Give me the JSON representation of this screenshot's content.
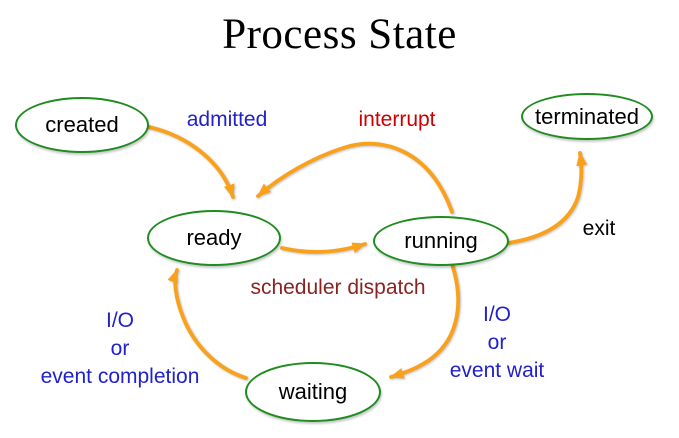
{
  "title": "Process State",
  "colors": {
    "background": "#ffffff",
    "node_border": "#1e8c1e",
    "node_text": "#000000",
    "arrow": "#f9a11b",
    "label_blue": "#2121cc",
    "label_red": "#cc0000",
    "label_maroon": "#8b2222",
    "label_black": "#000000",
    "title_color": "#000000"
  },
  "nodes": [
    {
      "id": "created",
      "label": "created"
    },
    {
      "id": "terminated",
      "label": "terminated"
    },
    {
      "id": "ready",
      "label": "ready"
    },
    {
      "id": "running",
      "label": "running"
    },
    {
      "id": "waiting",
      "label": "waiting"
    }
  ],
  "edges": [
    {
      "id": "admitted",
      "from": "created",
      "to": "ready",
      "label": "admitted",
      "label_color": "#2121cc"
    },
    {
      "id": "interrupt",
      "from": "running",
      "to": "ready",
      "label": "interrupt",
      "label_color": "#cc0000"
    },
    {
      "id": "scheduler-dispatch",
      "from": "ready",
      "to": "running",
      "label": "scheduler dispatch",
      "label_color": "#8b2222"
    },
    {
      "id": "exit",
      "from": "running",
      "to": "terminated",
      "label": "exit",
      "label_color": "#000000"
    },
    {
      "id": "io-event-wait",
      "from": "running",
      "to": "waiting",
      "label": "I/O or event wait",
      "lines": [
        "I/O",
        "or",
        "event wait"
      ],
      "label_color": "#2121cc"
    },
    {
      "id": "io-event-completion",
      "from": "waiting",
      "to": "ready",
      "label": "I/O or event completion",
      "lines": [
        "I/O",
        "or",
        "event completion"
      ],
      "label_color": "#2121cc"
    }
  ]
}
